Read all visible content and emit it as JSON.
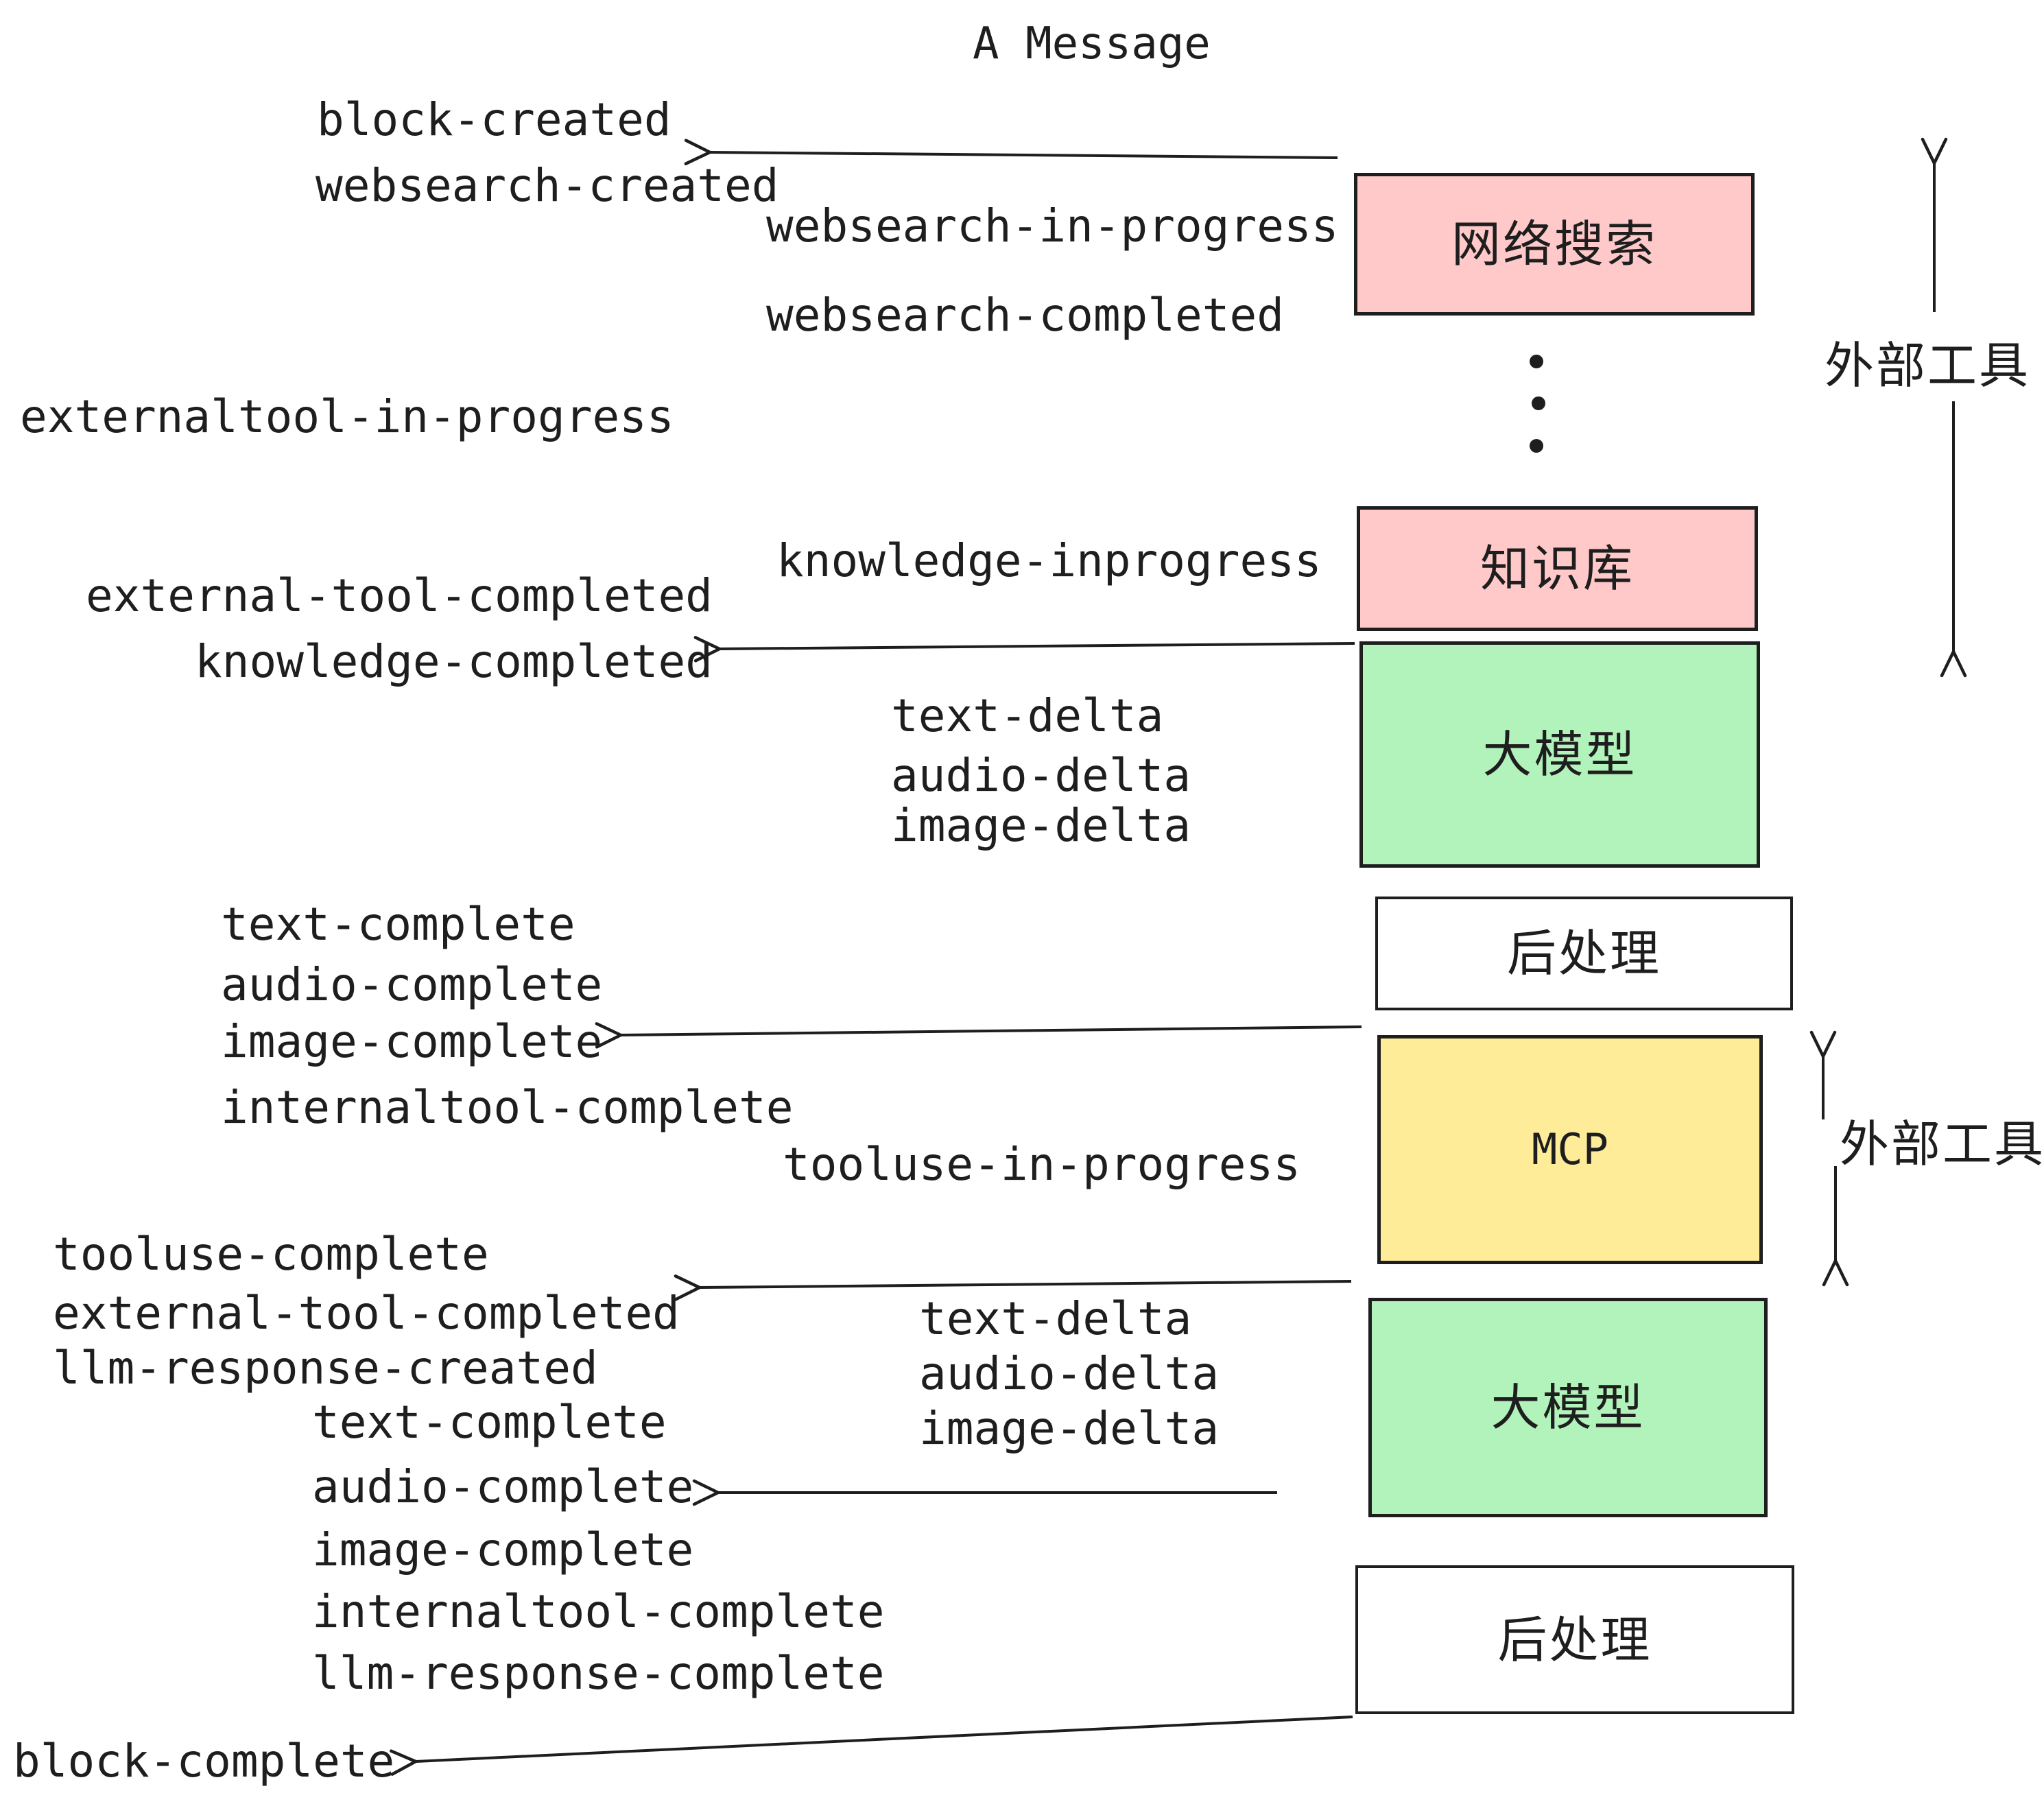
{
  "title": "A Message",
  "boxes": {
    "websearch": {
      "label": "网络搜索",
      "fill": "#ffc9c9"
    },
    "knowledge": {
      "label": "知识库",
      "fill": "#ffc9c9"
    },
    "llm1": {
      "label": "大模型",
      "fill": "#b2f2bb"
    },
    "post1": {
      "label": "后处理",
      "fill": "#ffffff"
    },
    "mcp": {
      "label": "MCP",
      "fill": "#ffec99"
    },
    "llm2": {
      "label": "大模型",
      "fill": "#b2f2bb"
    },
    "post2": {
      "label": "后处理",
      "fill": "#ffffff"
    }
  },
  "side_labels": {
    "external_tools_top": "外部工具",
    "external_tools_mid": "外部工具"
  },
  "events": {
    "block_created": "block-created",
    "websearch_created": "websearch-created",
    "websearch_in_progress": "websearch-in-progress",
    "websearch_completed": "websearch-completed",
    "externaltool_in_progress": "externaltool-in-progress",
    "knowledge_inprogress": "knowledge-inprogress",
    "external_tool_completed_1": "external-tool-completed",
    "knowledge_completed": "knowledge-completed",
    "text_delta_1": "text-delta",
    "audio_delta_1": "audio-delta",
    "image_delta_1": "image-delta",
    "text_complete_1": "text-complete",
    "audio_complete_1": "audio-complete",
    "image_complete_1": "image-complete",
    "internaltool_complete_1": "internaltool-complete",
    "tooluse_in_progress": "tooluse-in-progress",
    "tooluse_complete": "tooluse-complete",
    "external_tool_completed_2": "external-tool-completed",
    "llm_response_created": "llm-response-created",
    "text_delta_2": "text-delta",
    "audio_delta_2": "audio-delta",
    "image_delta_2": "image-delta",
    "text_complete_2": "text-complete",
    "audio_complete_2": "audio-complete",
    "image_complete_2": "image-complete",
    "internaltool_complete_2": "internaltool-complete",
    "llm_response_complete": "llm-response-complete",
    "block_complete": "block-complete"
  },
  "colors": {
    "ink": "#1e1e1e",
    "pink": "#ffc9c9",
    "green": "#b2f2bb",
    "yellow": "#ffec99"
  }
}
